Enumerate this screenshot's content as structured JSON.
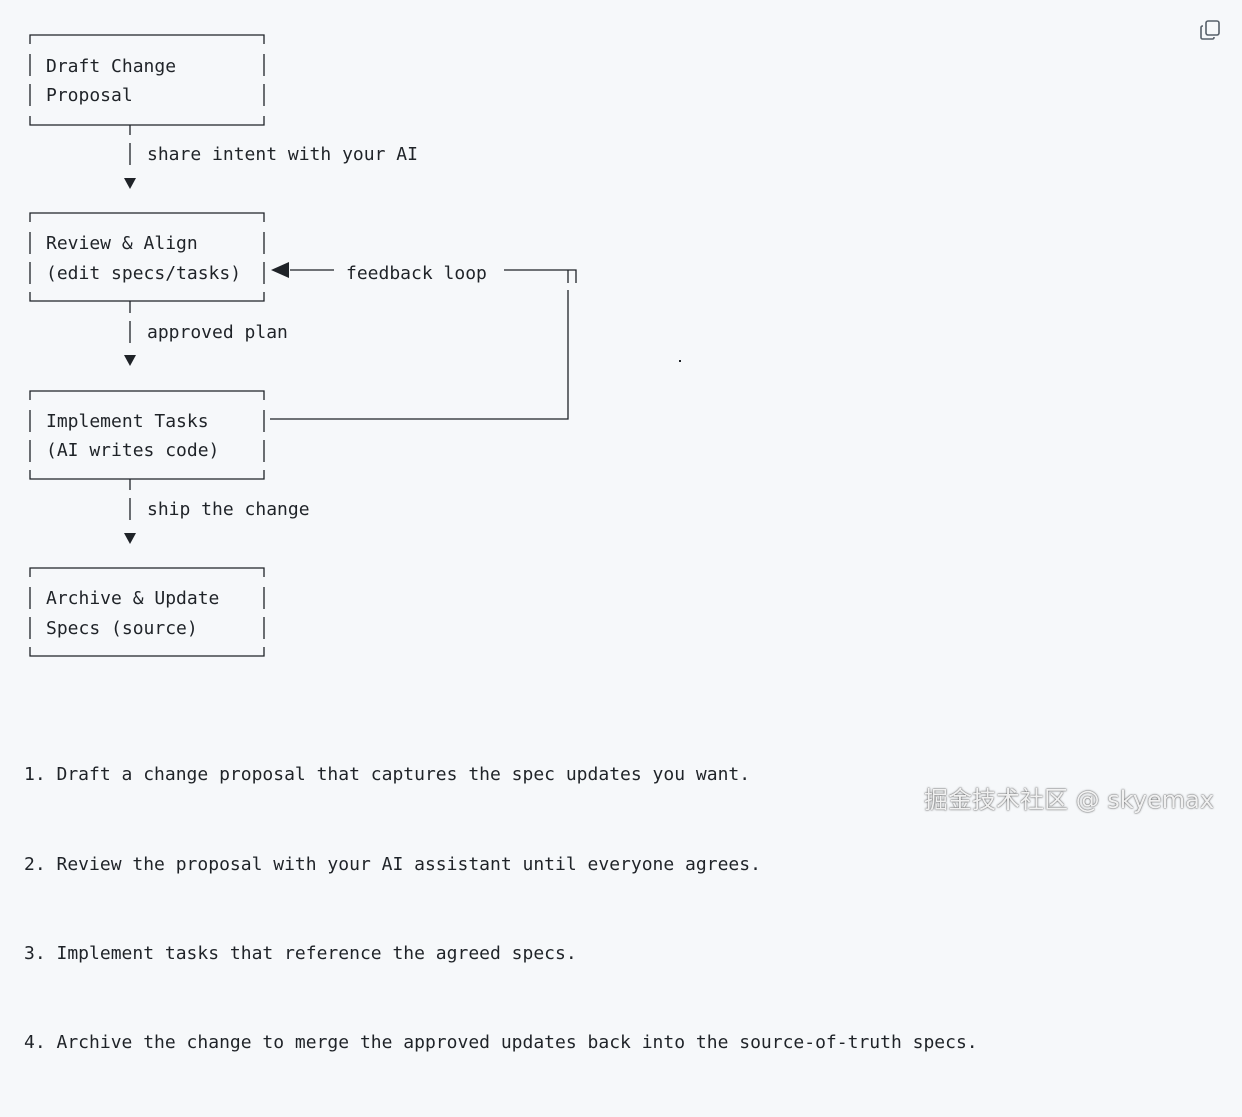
{
  "diagram": {
    "nodes": [
      {
        "id": "draft",
        "lines": [
          "Draft Change",
          "Proposal"
        ]
      },
      {
        "id": "review",
        "lines": [
          "Review & Align",
          "(edit specs/tasks)"
        ]
      },
      {
        "id": "implement",
        "lines": [
          "Implement Tasks",
          "(AI writes code)"
        ]
      },
      {
        "id": "archive",
        "lines": [
          "Archive & Update",
          "Specs (source)"
        ]
      }
    ],
    "edges": [
      {
        "from": "draft",
        "to": "review",
        "label": "share intent with your AI"
      },
      {
        "from": "review",
        "to": "implement",
        "label": "approved plan"
      },
      {
        "from": "implement",
        "to": "archive",
        "label": "ship the change"
      },
      {
        "from": "implement",
        "to": "review",
        "label": "feedback loop"
      }
    ]
  },
  "steps": [
    "1. Draft a change proposal that captures the spec updates you want.",
    "2. Review the proposal with your AI assistant until everyone agrees.",
    "3. Implement tasks that reference the agreed specs.",
    "4. Archive the change to merge the approved updates back into the source-of-truth specs."
  ],
  "toolbar": {
    "copy_icon": "copy-icon"
  },
  "watermark": "掘金技术社区 @ skyemax"
}
